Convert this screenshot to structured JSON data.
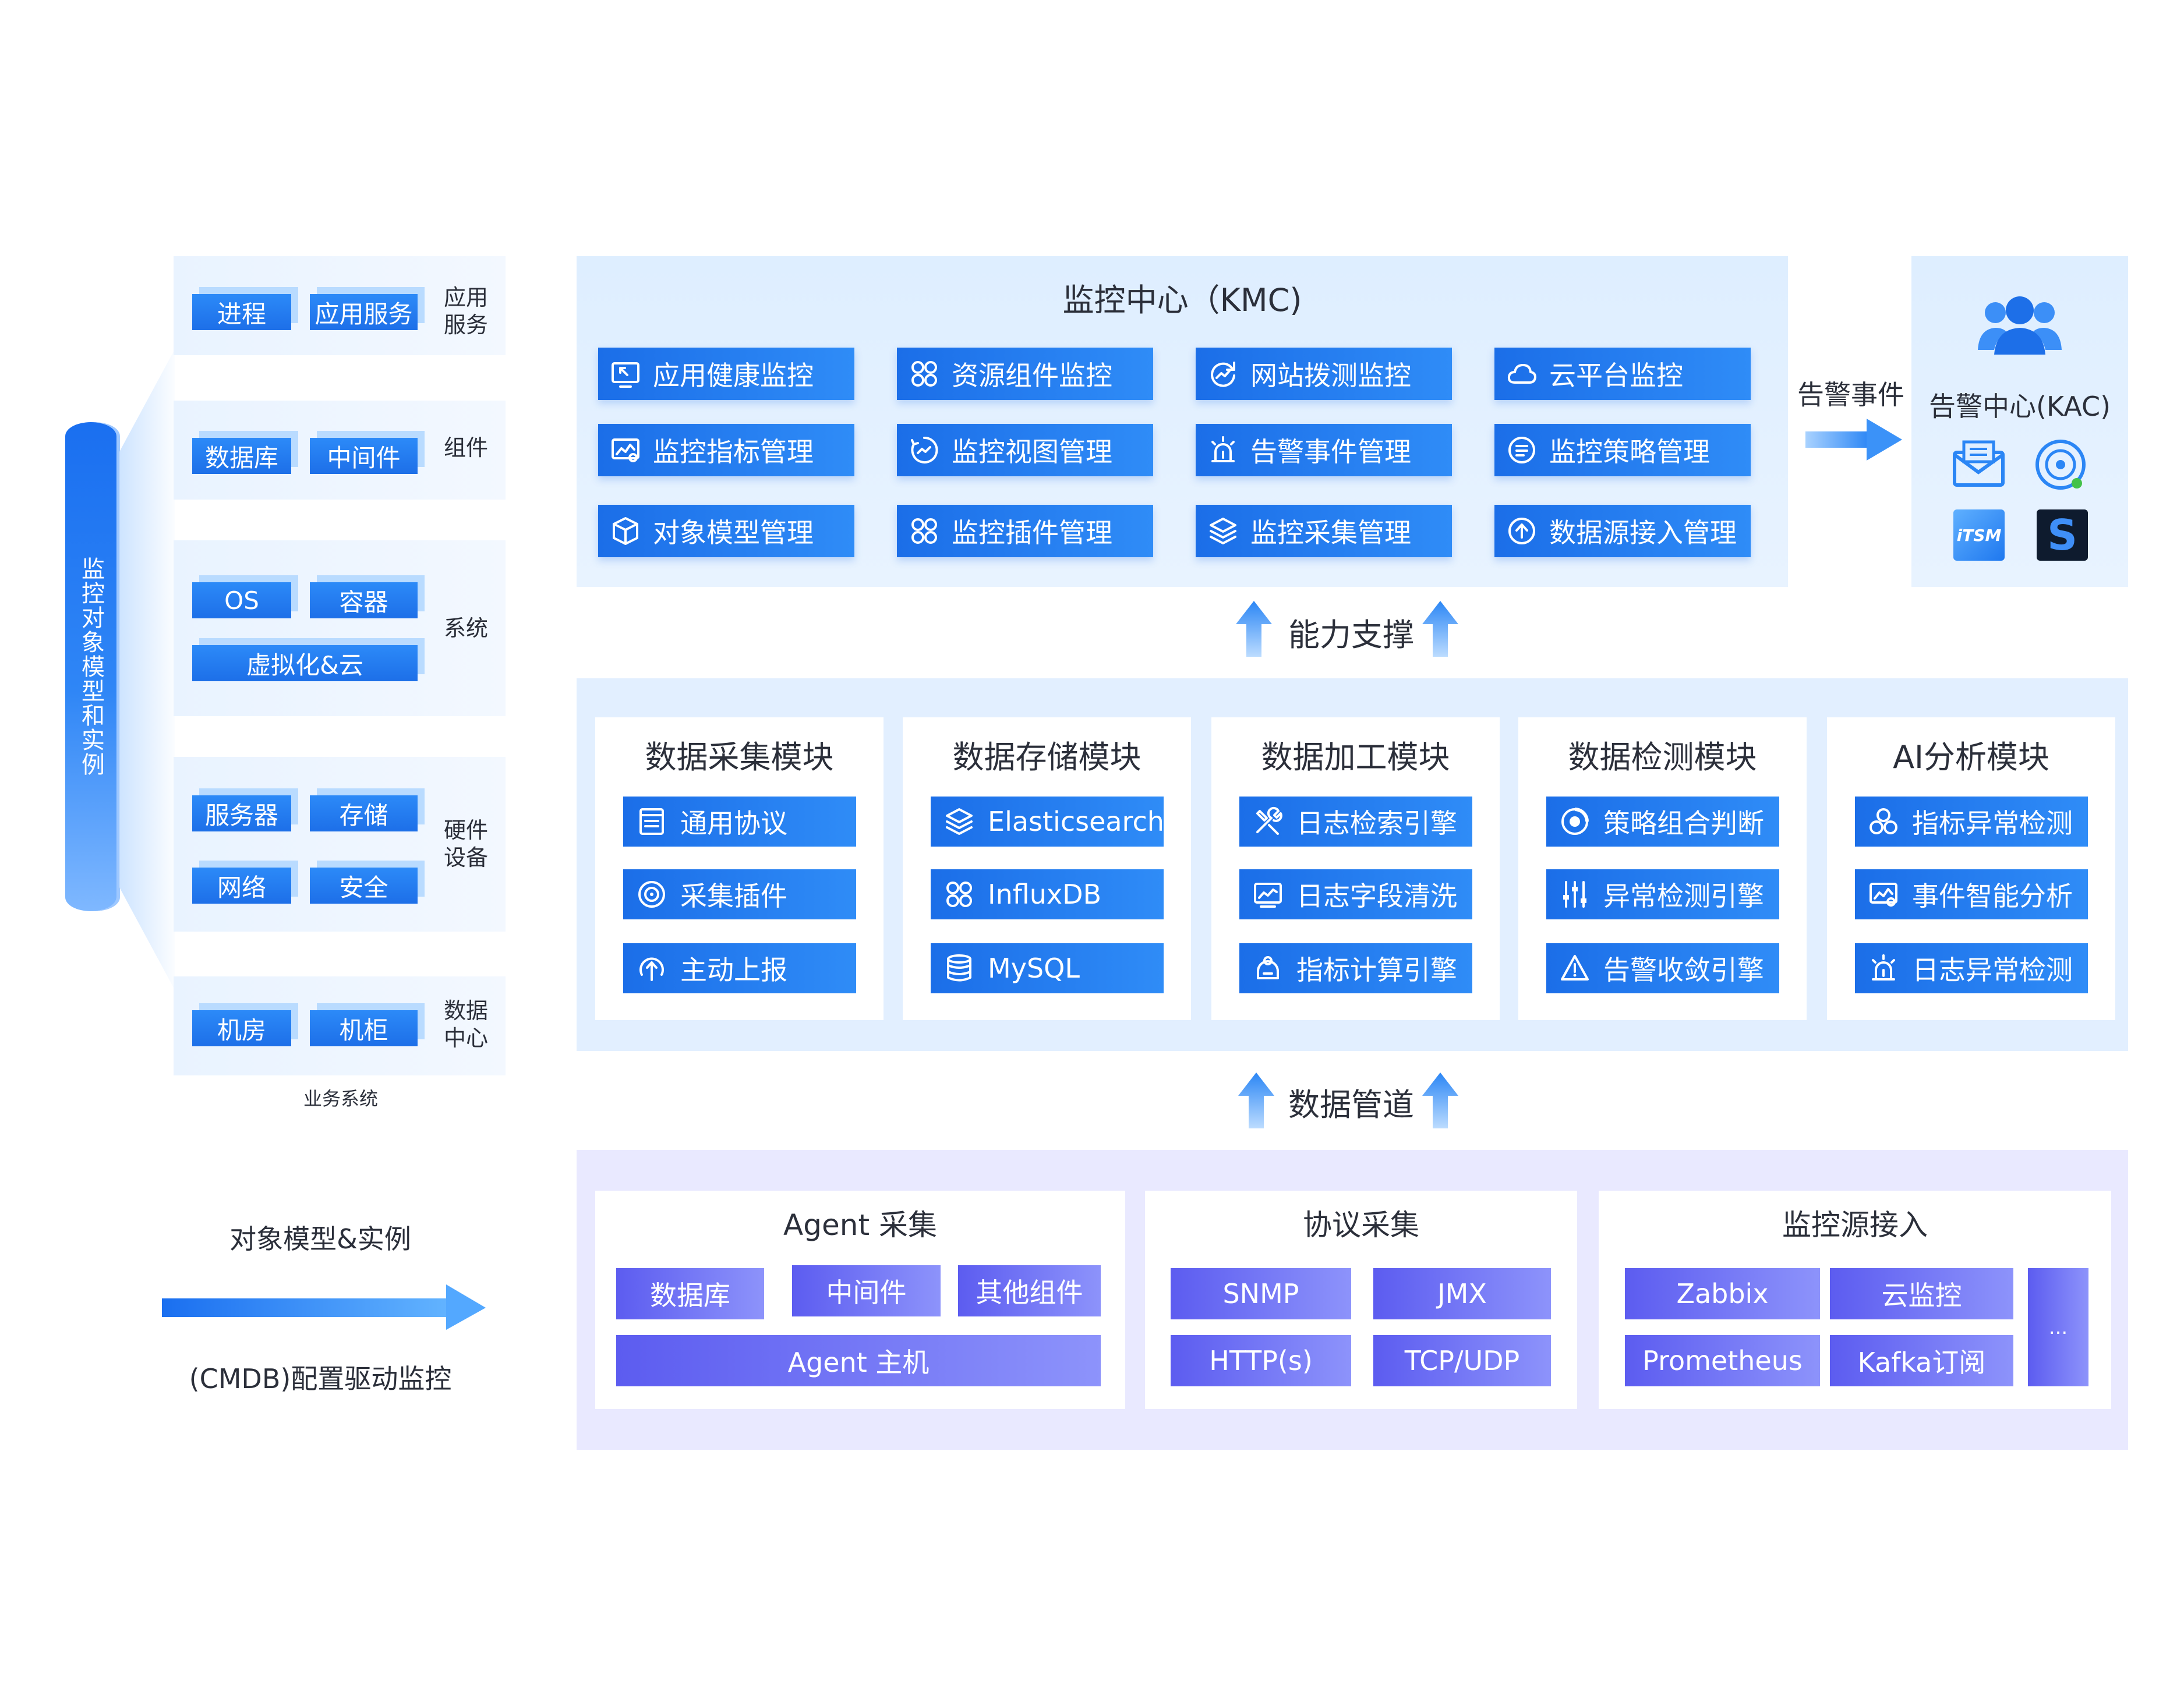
{
  "left": {
    "vertical_label": "监控对象模型和实例",
    "groups": [
      {
        "label": "应用\n服务",
        "chips": [
          "进程",
          "应用服务"
        ]
      },
      {
        "label": "组件",
        "chips": [
          "数据库",
          "中间件"
        ]
      },
      {
        "label": "系统",
        "chips": [
          "OS",
          "容器",
          "虚拟化&云"
        ]
      },
      {
        "label": "硬件\n设备",
        "chips": [
          "服务器",
          "存储",
          "网络",
          "安全"
        ]
      },
      {
        "label": "数据\n中心",
        "chips": [
          "机房",
          "机柜"
        ]
      }
    ],
    "footer": "业务系统"
  },
  "bottom_left": {
    "top_text": "对象模型&实例",
    "bottom_text": "(CMDB)配置驱动监控"
  },
  "kmc": {
    "title": "监控中心（KMC)",
    "items": [
      {
        "label": "应用健康监控",
        "icon": "monitor-pointer-icon"
      },
      {
        "label": "资源组件监控",
        "icon": "grid-circles-icon"
      },
      {
        "label": "网站拨测监控",
        "icon": "refresh-chart-icon"
      },
      {
        "label": "云平台监控",
        "icon": "cloud-icon"
      },
      {
        "label": "监控指标管理",
        "icon": "metric-chart-icon"
      },
      {
        "label": "监控视图管理",
        "icon": "view-cycle-icon"
      },
      {
        "label": "告警事件管理",
        "icon": "alarm-light-icon"
      },
      {
        "label": "监控策略管理",
        "icon": "policy-list-icon"
      },
      {
        "label": "对象模型管理",
        "icon": "cube-icon"
      },
      {
        "label": "监控插件管理",
        "icon": "plugin-grid-icon"
      },
      {
        "label": "监控采集管理",
        "icon": "layers-icon"
      },
      {
        "label": "数据源接入管理",
        "icon": "upload-circle-icon"
      }
    ]
  },
  "alert_event_label": "告警事件",
  "kac": {
    "title": "告警中心(KAC)",
    "icons": [
      "users-icon",
      "mail-icon",
      "chat-bubble-icon",
      "itsm-logo-icon",
      "s-logo-icon"
    ],
    "itsm_text": "iTSM",
    "s_text": "S"
  },
  "capability_label": "能力支撑",
  "modules": [
    {
      "title": "数据采集模块",
      "items": [
        {
          "label": "通用协议",
          "icon": "document-list-icon"
        },
        {
          "label": "采集插件",
          "icon": "target-circle-icon"
        },
        {
          "label": "主动上报",
          "icon": "upload-arrow-icon"
        }
      ]
    },
    {
      "title": "数据存储模块",
      "items": [
        {
          "label": "Elasticsearch",
          "icon": "layers-icon"
        },
        {
          "label": "InfluxDB",
          "icon": "grid-circles-icon"
        },
        {
          "label": "MySQL",
          "icon": "database-icon"
        }
      ]
    },
    {
      "title": "数据加工模块",
      "items": [
        {
          "label": "日志检索引擎",
          "icon": "tools-icon"
        },
        {
          "label": "日志字段清洗",
          "icon": "line-chart-icon"
        },
        {
          "label": "指标计算引擎",
          "icon": "engine-icon"
        }
      ]
    },
    {
      "title": "数据检测模块",
      "items": [
        {
          "label": "策略组合判断",
          "icon": "radar-icon"
        },
        {
          "label": "异常检测引擎",
          "icon": "sliders-icon"
        },
        {
          "label": "告警收敛引擎",
          "icon": "warning-triangle-icon"
        }
      ]
    },
    {
      "title": "AI分析模块",
      "items": [
        {
          "label": "指标异常检测",
          "icon": "cluster-circles-icon"
        },
        {
          "label": "事件智能分析",
          "icon": "metric-chart-icon"
        },
        {
          "label": "日志异常检测",
          "icon": "alarm-light-icon"
        }
      ]
    }
  ],
  "pipeline_label": "数据管道",
  "collection": [
    {
      "title": "Agent 采集",
      "chips": [
        "数据库",
        "中间件",
        "其他组件",
        "Agent 主机"
      ]
    },
    {
      "title": "协议采集",
      "chips": [
        "SNMP",
        "JMX",
        "HTTP(s)",
        "TCP/UDP"
      ]
    },
    {
      "title": "监控源接入",
      "chips": [
        "Zabbix",
        "云监控",
        "Prometheus",
        "Kafka订阅",
        "..."
      ]
    }
  ]
}
